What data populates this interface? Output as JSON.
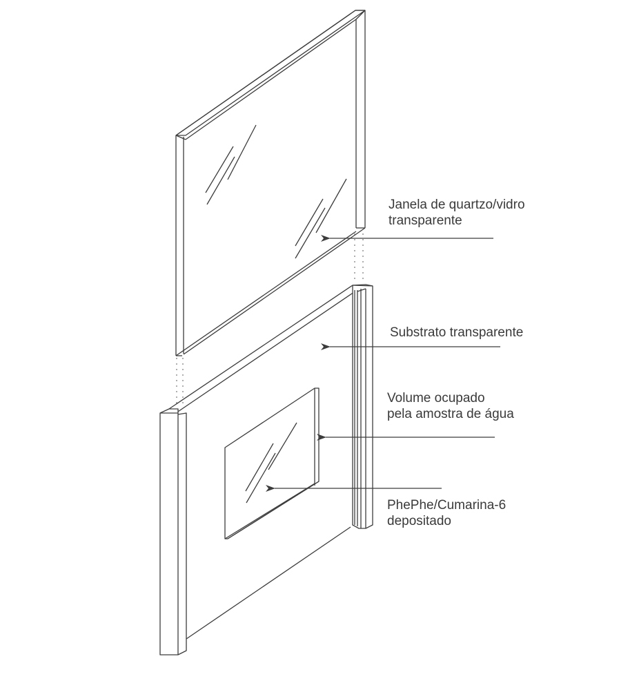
{
  "figure": {
    "description": "Exploded isometric view of a sample cell",
    "line_color": "#3c3c3c",
    "background": "#ffffff"
  },
  "labels": [
    {
      "id": "window",
      "lines": [
        "Janela de quartzo/vidro",
        "transparente"
      ]
    },
    {
      "id": "substrate",
      "lines": [
        "Substrato transparente"
      ]
    },
    {
      "id": "volume",
      "lines": [
        "Volume ocupado",
        "pela amostra de água"
      ]
    },
    {
      "id": "deposit",
      "lines": [
        "PhePhe/Cumarina-6",
        "depositado"
      ]
    }
  ]
}
